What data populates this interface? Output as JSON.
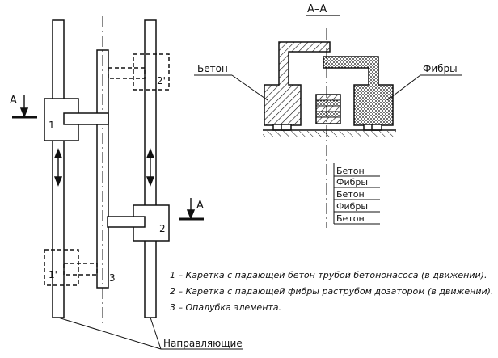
{
  "section": {
    "title": "А–А",
    "label_left": "Бетон",
    "label_right": "Фибры",
    "layers": [
      "Бетон",
      "Фибры",
      "Бетон",
      "Фибры",
      "Бетон"
    ]
  },
  "plan": {
    "section_marker_top": "А",
    "section_marker_bottom": "А",
    "carriage_1": "1",
    "carriage_1_prime": "1'",
    "carriage_2": "2",
    "carriage_2_prime": "2'",
    "formwork_3": "3",
    "guides_label": "Направляющие"
  },
  "legend": [
    "1 – Каретка с падающей бетон трубой бетононасоса (в движении).",
    "2 – Каретка с падающей фибры раструбом дозатором (в движении).",
    "3 – Опалубка элемента."
  ],
  "colors": {
    "line": "#111111",
    "background": "#ffffff"
  }
}
